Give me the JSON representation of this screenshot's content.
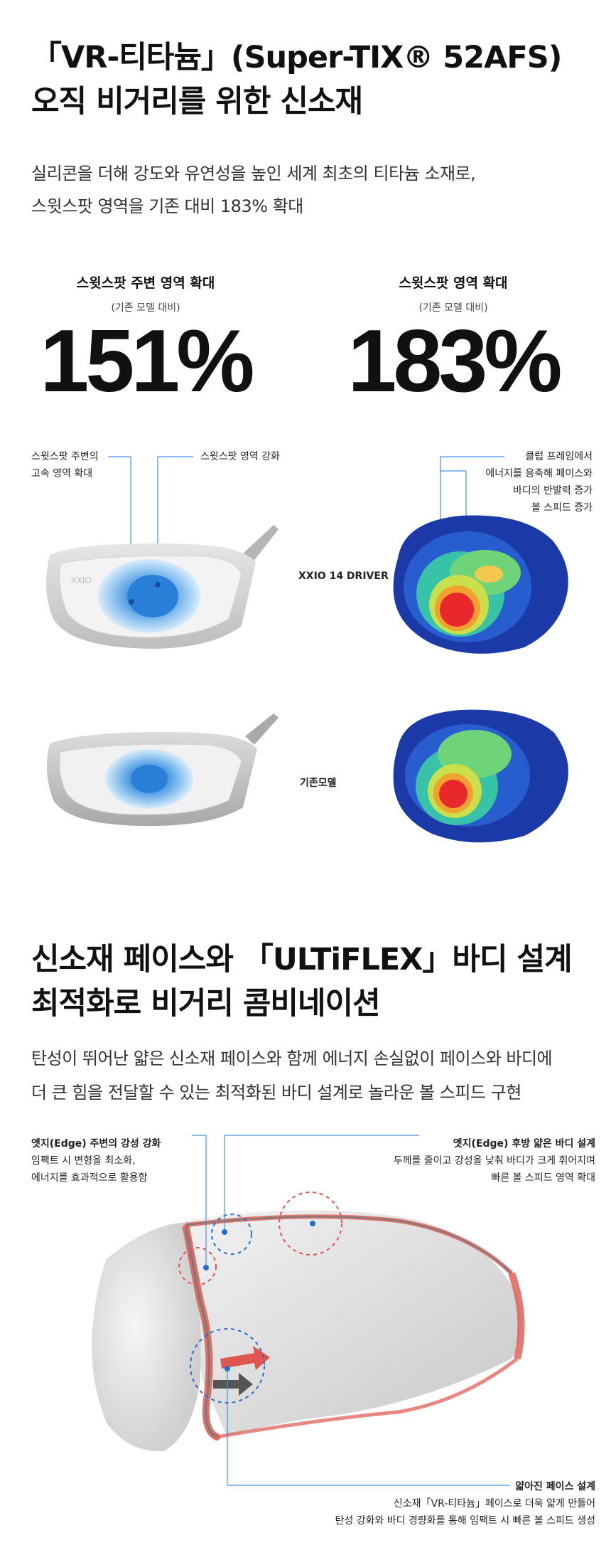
{
  "section1": {
    "title_line1": "「VR-티타늄」(Super-TIX® 52AFS)",
    "title_line2": "오직 비거리를 위한 신소재",
    "desc_line1": "실리콘을 더해 강도와 유연성을 높인 세계 최초의 티타늄 소재로,",
    "desc_line2": "스윗스팟 영역을 기존 대비 183% 확대"
  },
  "stats": [
    {
      "label": "스윗스팟 주변 영역 확대",
      "note": "(기존 모델 대비)",
      "value": "151%"
    },
    {
      "label": "스윗스팟 영역 확대",
      "note": "(기존 모델 대비)",
      "value": "183%"
    }
  ],
  "diagram1": {
    "ann_around_line1": "스윗스팟 주변의",
    "ann_around_line2": "고속 영역 확대",
    "ann_sweet": "스윗스팟 영역 강화",
    "ann_frame_line1": "클럽 프레임에서",
    "ann_frame_line2": "에너지를 응축해 페이스와",
    "ann_frame_line3": "바디의 반발력 증가",
    "ann_frame_line4": "볼 스피드 증가",
    "model_new": "XXIO 14 DRIVER",
    "model_old": "기존모델",
    "head_logo": "XXIO"
  },
  "section2": {
    "title_line1": "신소재 페이스와 「ULTiFLEX」바디 설계",
    "title_line2": "최적화로 비거리 콤비네이션",
    "desc_line1": "탄성이 뛰어난 얇은 신소재 페이스와 함께 에너지 손실없이 페이스와 바디에",
    "desc_line2": "더 큰 힘을 전달할 수 있는 최적화된 바디 설계로 놀라운 볼 스피드 구현"
  },
  "diagram2": {
    "edge_title": "엣지(Edge) 주변의 강성 강화",
    "edge_line1": "임팩트 시 변형을 최소화,",
    "edge_line2": "에너지를 효과적으로 활용함",
    "rear_title": "엣지(Edge) 후방 얇은 바디 설계",
    "rear_line1": "두께를 줄이고 강성을 낮춰 바디가 크게 휘어지며",
    "rear_line2": "빠른 볼 스피드 영역 확대",
    "face_title": "얇아진 페이스 설계",
    "face_line1": "신소재「VR-티타늄」페이스로 더욱 얇게 만들어",
    "face_line2": "탄성 강화와 바디 경량화를 통해 임팩트 시 빠른 볼 스피드 생성"
  },
  "colors": {
    "leader_line": "#4a90e2",
    "accent_red": "#e0564f",
    "accent_blue": "#1f6fd1",
    "heat_red": "#e8282b",
    "heat_blue": "#1b3aa8"
  }
}
